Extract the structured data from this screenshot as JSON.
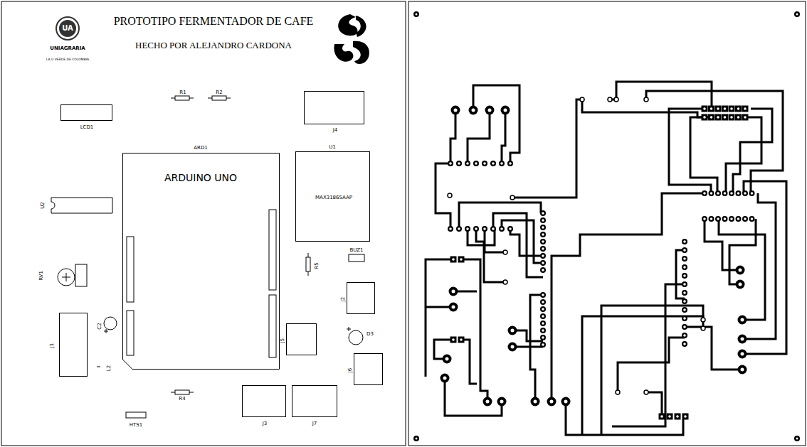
{
  "diagram": {
    "title": "PROTOTIPO FERMENTADOR DE CAFE",
    "nodes": [
      {
        "text": [
          "LCD1"
        ]
      },
      {
        "text": [
          "J4"
        ]
      },
      {
        "text": [
          "ARD1",
          "ARDUINO UNO"
        ]
      },
      {
        "text": [
          "U1",
          "MAX31865AAP"
        ]
      },
      {
        "text": [
          "J2"
        ]
      },
      {
        "text": [
          "J1"
        ]
      },
      {
        "text": [
          "J5"
        ]
      },
      {
        "text": [
          "J6"
        ]
      },
      {
        "text": [
          "J3"
        ]
      },
      {
        "text": [
          "J7"
        ]
      }
    ],
    "labels": [
      "UA",
      "UNIAGRARIA",
      "LA U VERDE DE COLOMBIA",
      "HECHO POR ALEJANDRO CARDONA",
      "R1",
      "R2",
      "U2",
      "RV1",
      "R5",
      "BUZ1",
      "C2",
      "D3",
      "L2",
      "R4",
      "HTS1"
    ]
  }
}
